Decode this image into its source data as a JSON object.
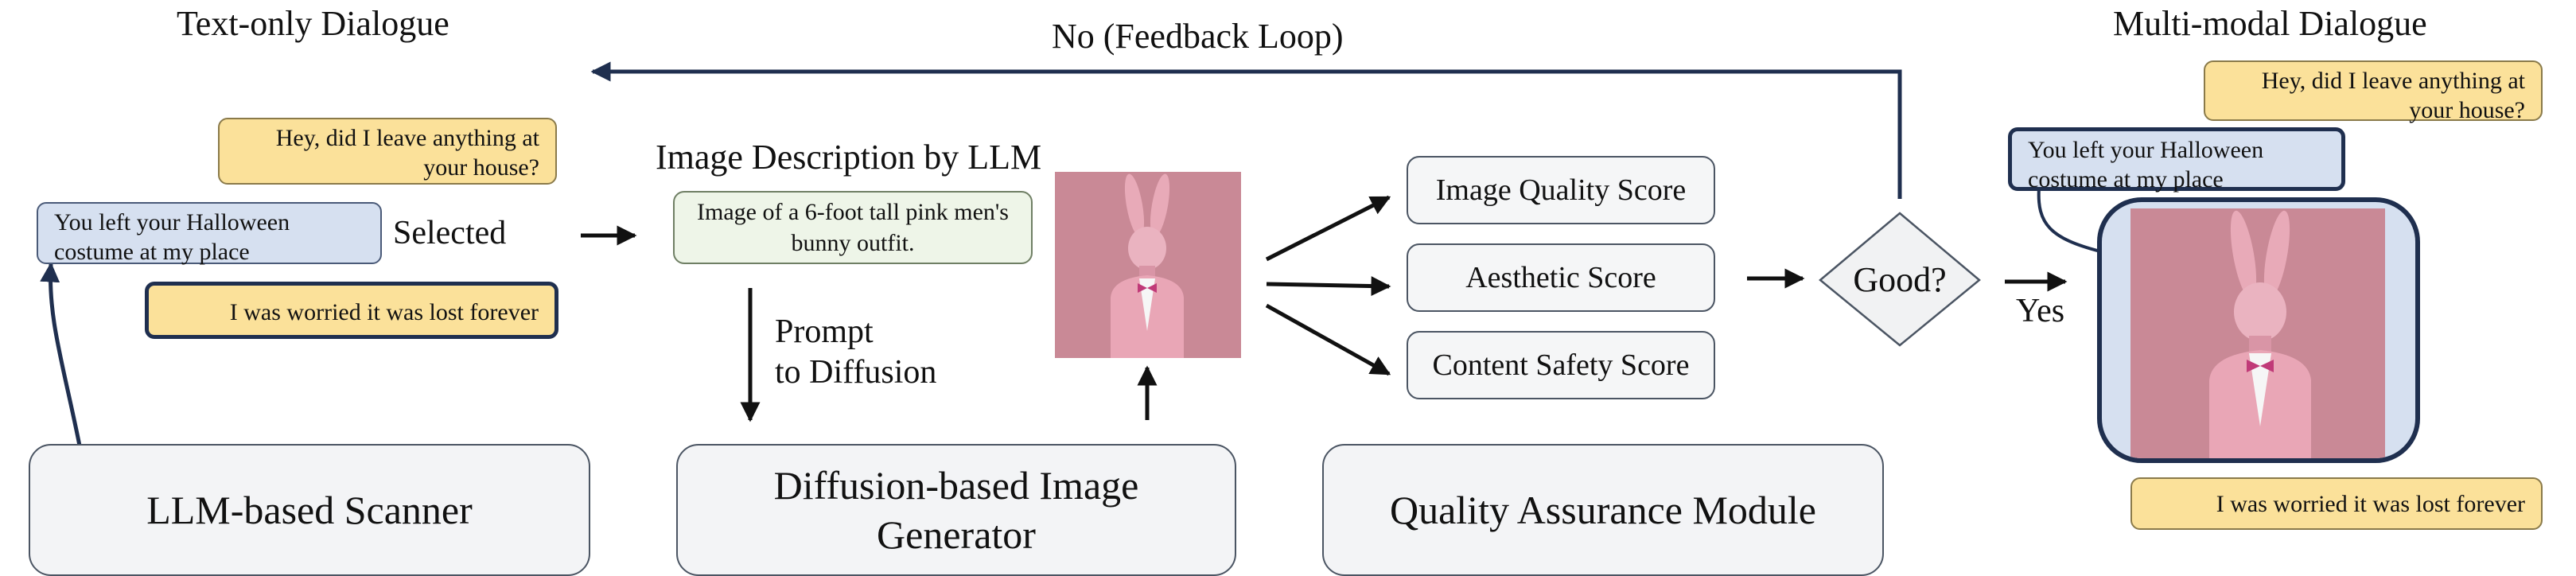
{
  "headings": {
    "text_only": "Text-only Dialogue",
    "feedback": "No (Feedback Loop)",
    "multi_modal": "Multi-modal Dialogue",
    "image_description": "Image Description by LLM"
  },
  "text_dialogue": {
    "msg1": "Hey, did I leave anything at your house?",
    "msg2": "You left your Halloween costume at my place",
    "msg3": "I was worried it was lost forever",
    "selected_label": "Selected"
  },
  "description": "Image of a 6-foot tall pink men's bunny outfit.",
  "prompt_label": {
    "line1": "Prompt",
    "line2": "to Diffusion"
  },
  "modules": {
    "scanner": "LLM-based Scanner",
    "generator_line1": "Diffusion-based Image",
    "generator_line2": "Generator",
    "qa": "Quality Assurance Module"
  },
  "scores": [
    "Image Quality Score",
    "Aesthetic Score",
    "Content Safety Score"
  ],
  "decision": {
    "question": "Good?",
    "yes": "Yes"
  },
  "multi_dialogue": {
    "msg1": "Hey, did I leave anything at your house?",
    "msg2": "You left your Halloween costume at my place",
    "msg3": "I was worried it was lost forever"
  },
  "image_subject": "person in a pink suit wearing a pink bunny mask on a pink background",
  "colors": {
    "yellow_bubble": "#fbe19a",
    "blue_bubble": "#d6e0f0",
    "green_box": "#eef5e8",
    "module_fill": "#f3f4f6",
    "dark_navy": "#1f2f4f",
    "photo_pink": "#c98996"
  }
}
